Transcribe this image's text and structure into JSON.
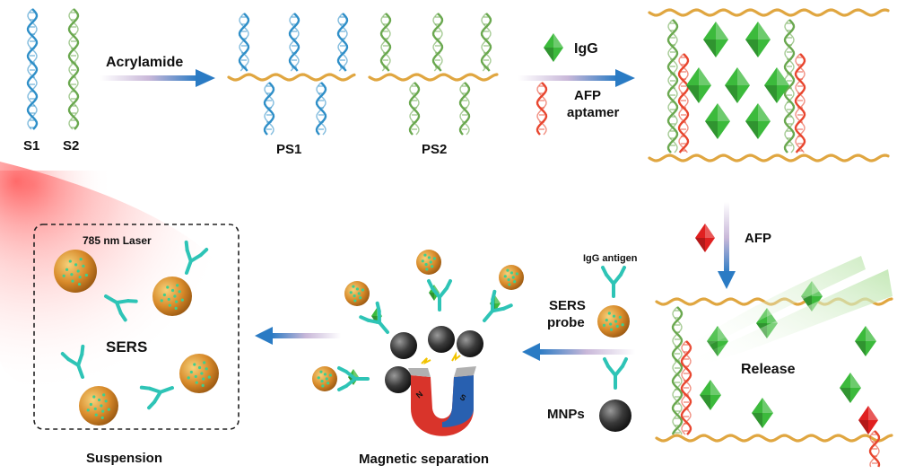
{
  "labels": {
    "s1": "S1",
    "s2": "S2",
    "acrylamide": "Acrylamide",
    "ps1": "PS1",
    "ps2": "PS2",
    "igg": "IgG",
    "afp_aptamer_line1": "AFP",
    "afp_aptamer_line2": "aptamer",
    "afp": "AFP",
    "igg_antigen": "IgG antigen",
    "sers_probe_line1": "SERS",
    "sers_probe_line2": "probe",
    "mnps": "MNPs",
    "release": "Release",
    "laser": "785 nm  Laser",
    "sers": "SERS",
    "suspension": "Suspension",
    "magnetic_separation": "Magnetic separation",
    "magnet_n": "N",
    "magnet_s": "S"
  },
  "colors": {
    "strand_blue": "#2f8fc8",
    "strand_green": "#6aa84f",
    "strand_red": "#e8462f",
    "polymer_gold": "#e0a640",
    "igg_green": "#3cba3c",
    "afp_red": "#e02020",
    "mnp_dark": "#333333",
    "sers_gold": "#d88a2a",
    "antibody_teal": "#2ec4b6",
    "arrow_blue": "#2a7bc4",
    "magnet_red": "#d9342b",
    "magnet_blue": "#2860b0",
    "laser_glow": "#ff6060"
  }
}
